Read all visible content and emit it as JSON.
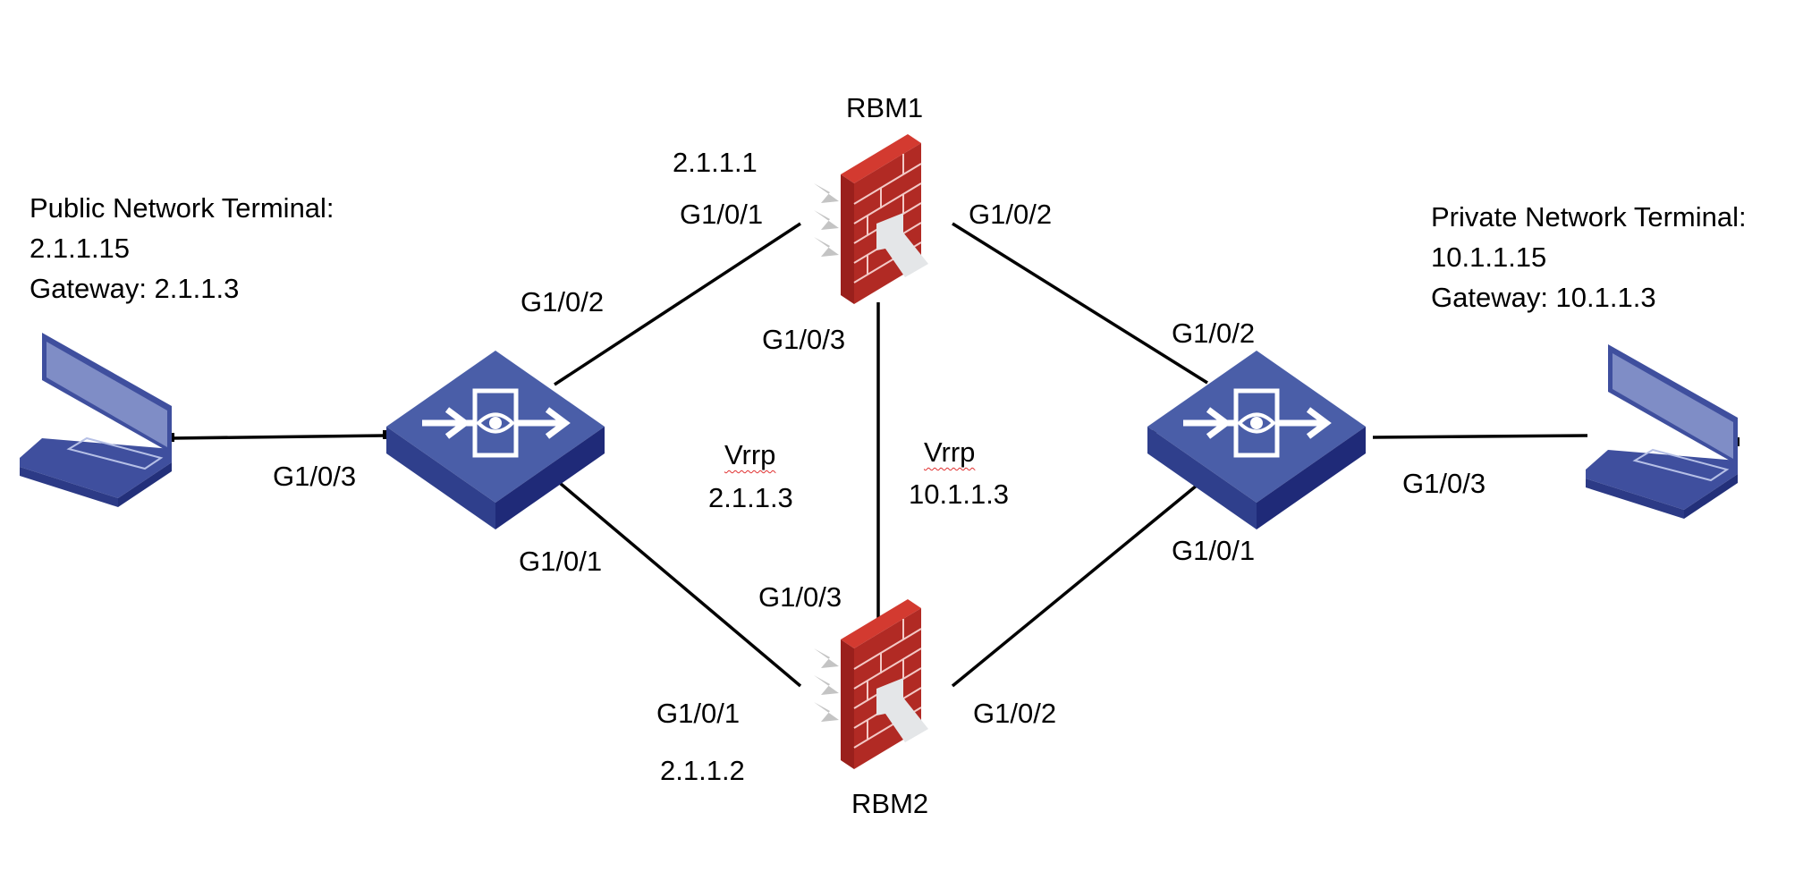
{
  "terminals": {
    "public": {
      "title": "Public Network Terminal:",
      "ip": "2.1.1.15",
      "gateway": "Gateway: 2.1.1.3",
      "port": "G1/0/3"
    },
    "private": {
      "title": "Private Network Terminal:",
      "ip": "10.1.1.15",
      "gateway": "Gateway: 10.1.1.3",
      "port": "G1/0/3"
    }
  },
  "switches": {
    "left": {
      "port_up": "G1/0/2",
      "port_down": "G1/0/1"
    },
    "right": {
      "port_up": "G1/0/2",
      "port_down": "G1/0/1"
    }
  },
  "firewalls": {
    "rbm1": {
      "name": "RBM1",
      "ip": "2.1.1.1",
      "port_left": "G1/0/1",
      "port_right": "G1/0/2",
      "port_down": "G1/0/3"
    },
    "rbm2": {
      "name": "RBM2",
      "ip": "2.1.1.2",
      "port_left": "G1/0/1",
      "port_right": "G1/0/2",
      "port_up": "G1/0/3"
    }
  },
  "vrrp": {
    "public": {
      "label": "Vrrp",
      "ip": "2.1.1.3"
    },
    "private": {
      "label": "Vrrp",
      "ip": "10.1.1.3"
    }
  },
  "colors": {
    "device_blue": "#4a5ea8",
    "device_blue_dark": "#26337e",
    "firewall_red": "#c4302b",
    "firewall_red_dark": "#9a201c",
    "link": "#000000"
  }
}
